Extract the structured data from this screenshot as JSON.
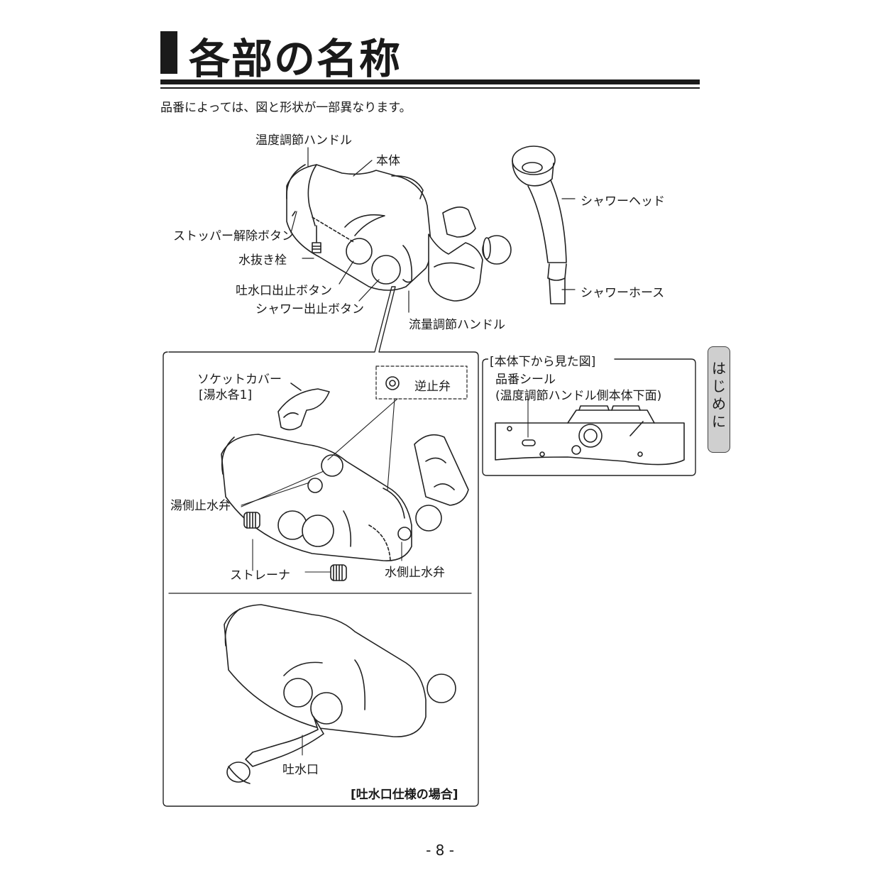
{
  "header": {
    "title": "各部の名称"
  },
  "note": "品番によっては、図と形状が一部異なります。",
  "main_labels": {
    "temp_handle": "温度調節ハンドル",
    "body": "本体",
    "stopper_button": "ストッパー解除ボタン",
    "drain_plug": "水抜き栓",
    "spout_button": "吐水口出止ボタン",
    "shower_button": "シャワー出止ボタン",
    "flow_handle": "流量調節ハンドル",
    "shower_head": "シャワーヘッド",
    "shower_hose": "シャワーホース"
  },
  "detail_panel": {
    "socket_cover": "ソケットカバー",
    "socket_cover_note": "[湯水各1]",
    "check_valve": "逆止弁",
    "hot_stop_valve": "湯側止水弁",
    "strainer": "ストレーナ",
    "cold_stop_valve": "水側止水弁",
    "spout": "吐水口",
    "spout_caption": "[吐水口仕様の場合]"
  },
  "bottom_panel": {
    "title": "[本体下から見た図]",
    "seal_label": "品番シール",
    "seal_note": "(温度調節ハンドル側本体下面)"
  },
  "side_tab": {
    "label": "はじめに"
  },
  "footer": {
    "page_number": "- 8 -"
  }
}
